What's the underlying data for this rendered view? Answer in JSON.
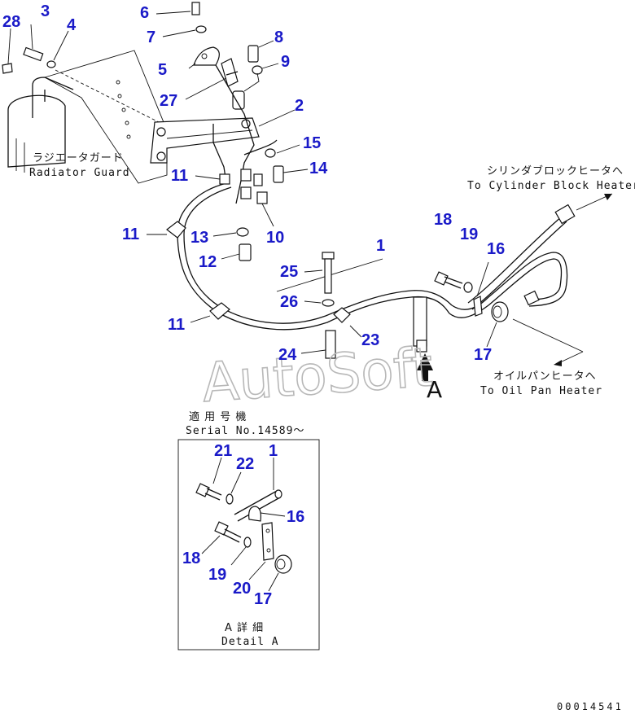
{
  "callouts": {
    "n1": "1",
    "n2": "2",
    "n3": "3",
    "n4": "4",
    "n5": "5",
    "n6": "6",
    "n7": "7",
    "n8": "8",
    "n9": "9",
    "n10": "10",
    "n11a": "11",
    "n11b": "11",
    "n11c": "11",
    "n12": "12",
    "n13": "13",
    "n14": "14",
    "n15": "15",
    "n16": "16",
    "n17": "17",
    "n18": "18",
    "n19": "19",
    "n23": "23",
    "n24": "24",
    "n25": "25",
    "n26": "26",
    "n27": "27",
    "n28": "28"
  },
  "labels": {
    "radiator_jp": "ラジエータガード",
    "radiator_en": "Radiator Guard",
    "cyl_jp": "シリンダブロックヒータへ",
    "cyl_en": "To Cylinder Block Heater",
    "oil_jp": "オイルパンヒータへ",
    "oil_en": "To Oil Pan Heater",
    "view_a": "A"
  },
  "detail": {
    "serial_jp": "適 用 号 機",
    "serial_en": "Serial No.14589～",
    "n21": "21",
    "n22": "22",
    "n1": "1",
    "n16": "16",
    "n18": "18",
    "n19": "19",
    "n20": "20",
    "n17": "17",
    "title_jp": "A 詳 細",
    "title_en": "Detail A"
  },
  "watermark": "AutoSoft",
  "drawing_code": "00014541"
}
